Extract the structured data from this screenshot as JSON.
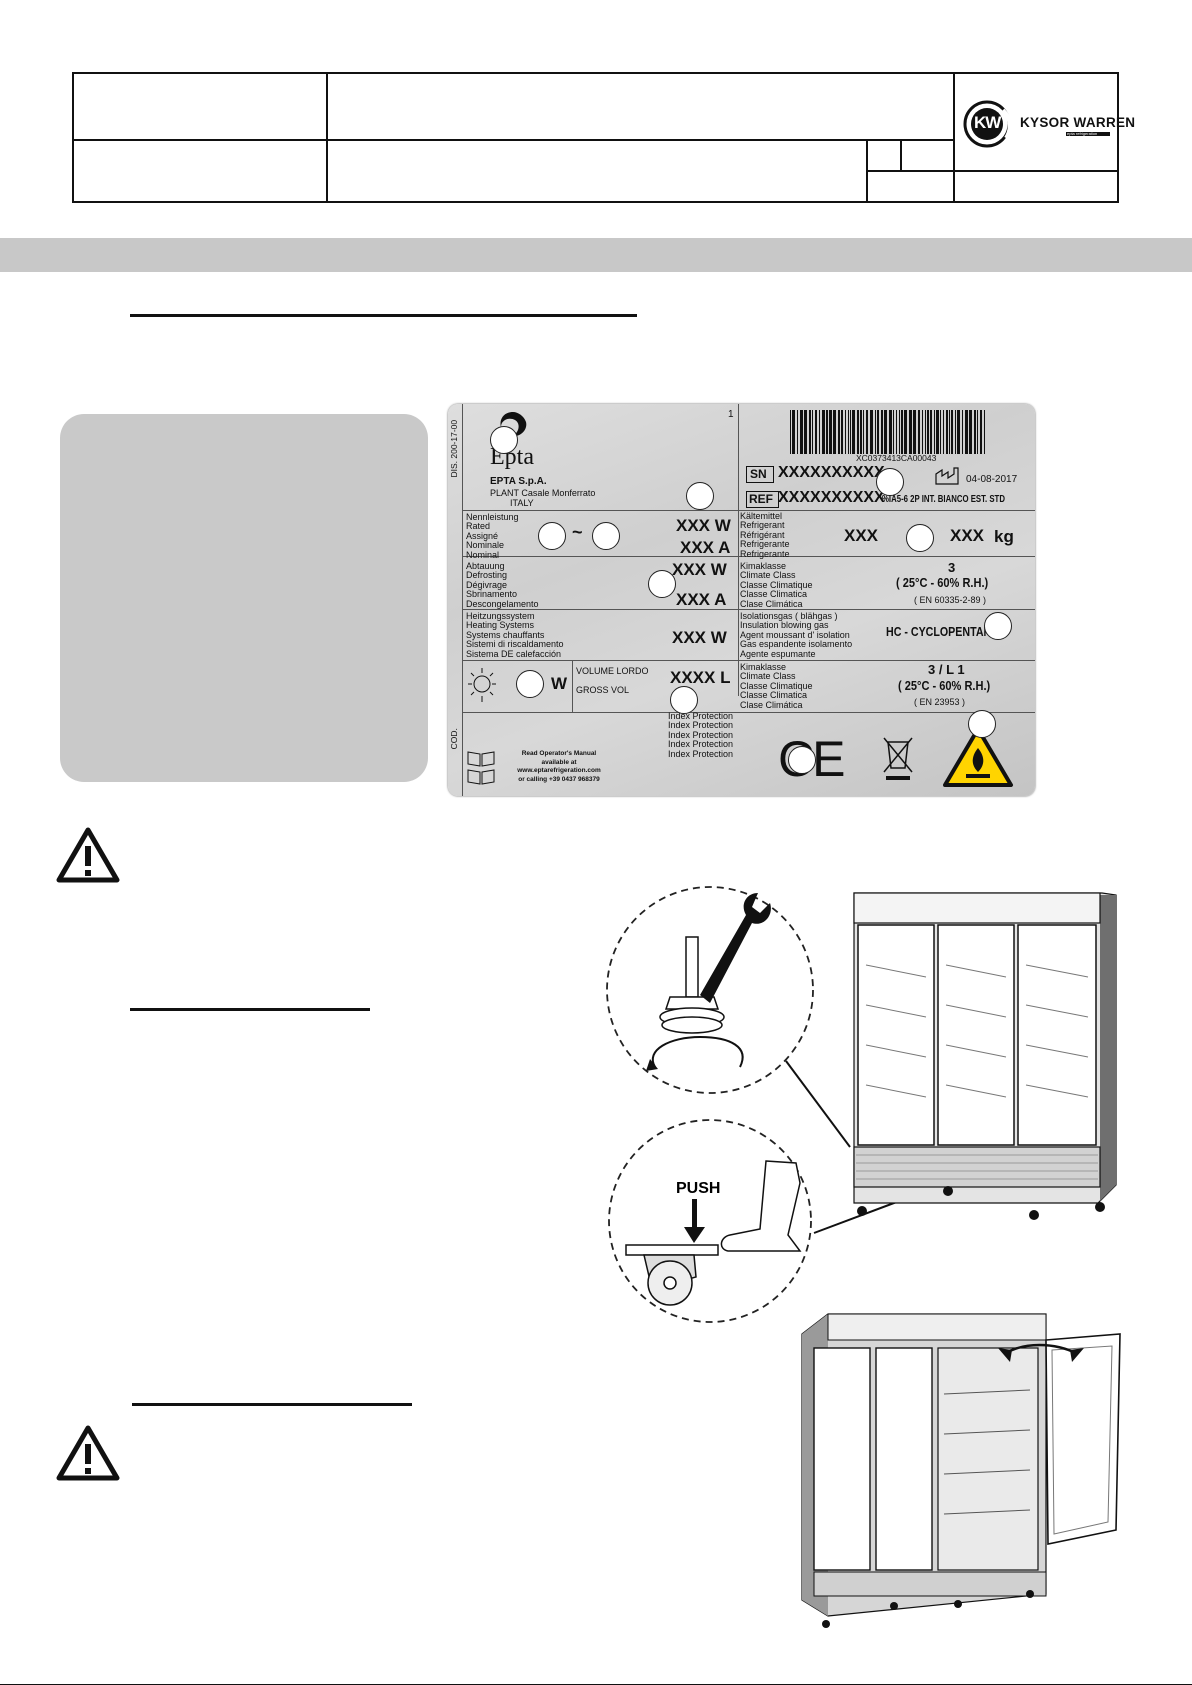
{
  "header": {
    "brand_name": "KYSOR WARREN",
    "brand_sub": "epta refrigeration",
    "brand_initials": "KW"
  },
  "rating_plate": {
    "vertical_code": "DIS. 200-17-00",
    "vertical_cod": "COD.",
    "page_mark": "1",
    "company": "EPTA S.p.A.",
    "plant": "PLANT Casale Monferrato",
    "country": "ITALY",
    "logo_word": "Epta",
    "barcode_text": "XC0373413CA00043",
    "sn_label": "SN",
    "sn_value": "XXXXXXXXXX",
    "ref_label": "REF",
    "ref_value": "XXXXXXXXXX",
    "date": "04-08-2017",
    "model": "%IA5-6 2P INT. BIANCO EST. STD",
    "rated_labels": [
      "Nennleistung",
      "Rated",
      "Assigné",
      "Nominale",
      "Nominal"
    ],
    "rated_w": "XXX W",
    "rated_a": "XXX A",
    "tilde": "~",
    "refrigerant_labels": [
      "Kältemittel",
      "Refrigerant",
      "Réfrigérant",
      "Refrigerante",
      "Refrigerante"
    ],
    "refrigerant_value": "XXX",
    "refrigerant_kg": "XXX",
    "kg_unit": "kg",
    "defrost_labels": [
      "Abtauung",
      "Defrosting",
      "Dégivrage",
      "Sbrinamento",
      "Descongelamento"
    ],
    "defrost_w": "XXX W",
    "defrost_a": "XXX A",
    "climate_labels": [
      "Kimaklasse",
      "Climate Class",
      "Classe Climatique",
      "Classe Climatica",
      "Clase Climática"
    ],
    "climate_value": "3",
    "climate_cond": "( 25°C - 60% R.H.)",
    "climate_std": "( EN 60335-2-89 )",
    "heating_labels": [
      "Heitzungssystem",
      "Heating Systems",
      "Systems chauffants",
      "Sistemi di riscaldamento",
      "Sistema DE calefacción"
    ],
    "heating_w": "XXX W",
    "insulation_labels": [
      "Isolationsgas ( blähgas )",
      "Insulation blowing gas",
      "Agent moussant d' isolation",
      "Gas espandente isolamento",
      "Agente espumante"
    ],
    "insulation_value": "HC - CYCLOPENTANE",
    "light_w": "W",
    "vol_label1": "VOLUME LORDO",
    "vol_label2": "GROSS VOL",
    "vol_value": "XXXX L",
    "climate2_labels": [
      "Kimaklasse",
      "Climate Class",
      "Classe Climatique",
      "Classe Climatica",
      "Clase Climática"
    ],
    "climate2_value": "3 / L 1",
    "climate2_cond": "( 25°C - 60% R.H.)",
    "climate2_std": "( EN 23953 )",
    "index_labels": [
      "Index Protection",
      "Index Protection",
      "Index Protection",
      "Index Protection",
      "Index Protection"
    ],
    "manual_lines": [
      "Read Operator's Manual",
      "available at",
      "www.eptarefrigeration.com",
      "or calling +39 0437 968379"
    ],
    "ce_mark": "CE"
  },
  "illustration": {
    "push_label": "PUSH"
  }
}
